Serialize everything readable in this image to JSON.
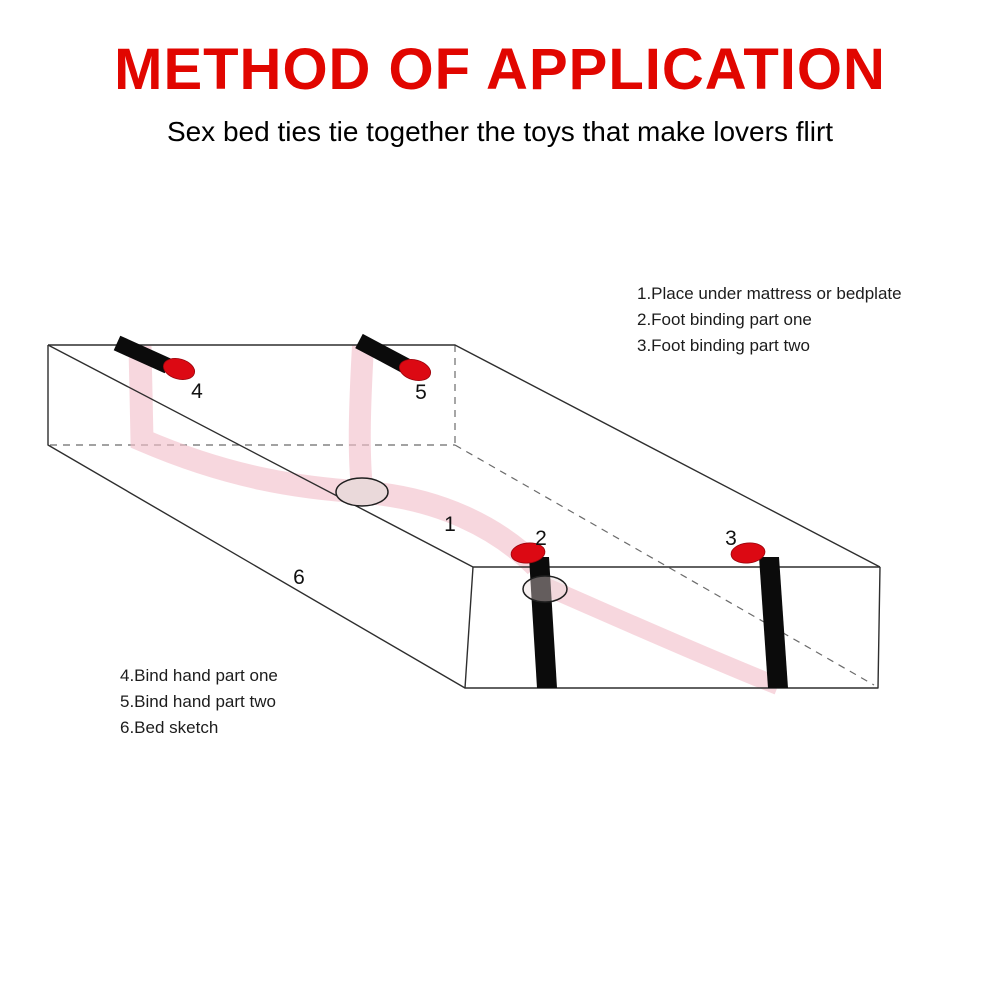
{
  "header": {
    "title": "METHOD OF APPLICATION",
    "subtitle": "Sex bed ties tie together the toys that make lovers flirt"
  },
  "legend_right": {
    "items": [
      "1.Place under mattress or bedplate",
      "2.Foot binding part one",
      "3.Foot binding part two"
    ]
  },
  "legend_left": {
    "items": [
      "4.Bind hand part one",
      "5.Bind hand part two",
      "6.Bed sketch"
    ]
  },
  "diagram": {
    "labels": {
      "n1": "1",
      "n2": "2",
      "n3": "3",
      "n4": "4",
      "n5": "5",
      "n6": "6"
    }
  },
  "colors": {
    "title_red": "#e10600",
    "strap_black": "#0b0b0b",
    "tip_red": "#dc0913",
    "strap_pink": "#f2bfca",
    "outline": "#2e2e2e"
  }
}
